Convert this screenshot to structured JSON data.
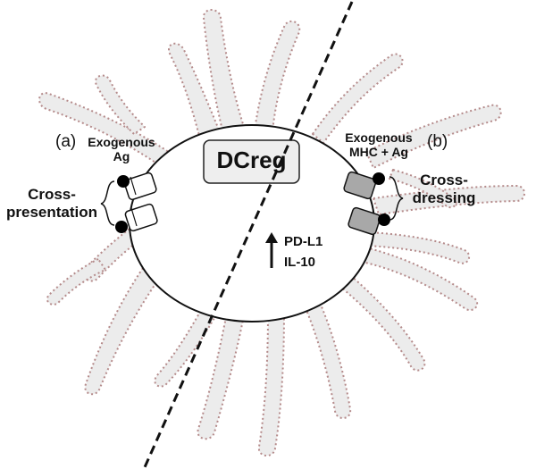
{
  "panel_a": "(a)",
  "panel_b": "(b)",
  "exogenous_ag": [
    "Exogenous",
    "Ag"
  ],
  "exogenous_mhc_ag": [
    "Exogenous",
    "MHC + Ag"
  ],
  "cross_presentation": [
    "Cross-",
    "presentation"
  ],
  "cross_dressing": [
    "Cross-",
    "dressing"
  ],
  "cell_name": "DCreg",
  "upregulated_markers": [
    "PD-L1",
    "IL-10"
  ],
  "colors": {
    "cell_outline": "#111111",
    "dendrite_fill": "#ececec",
    "dendrite_speckle": "#b58b8b",
    "label_box_fill": "#eeeeee",
    "mhc_white": "#ffffff",
    "mhc_gray": "#a8a8a8",
    "antigen": "#000000"
  }
}
